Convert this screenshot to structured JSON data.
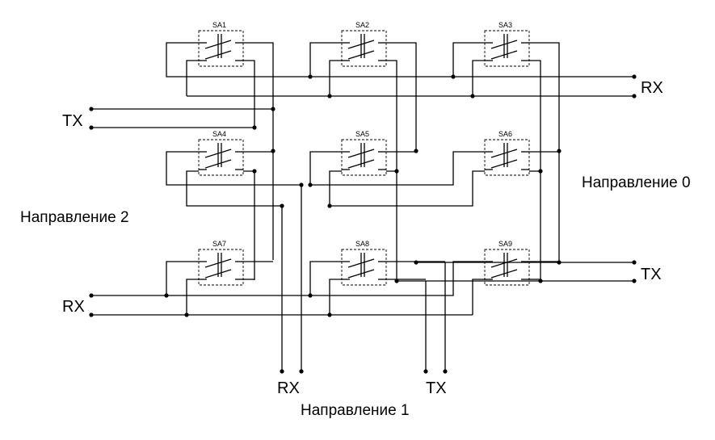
{
  "switches": [
    {
      "id": "SA1"
    },
    {
      "id": "SA2"
    },
    {
      "id": "SA3"
    },
    {
      "id": "SA4"
    },
    {
      "id": "SA5"
    },
    {
      "id": "SA6"
    },
    {
      "id": "SA7"
    },
    {
      "id": "SA8"
    },
    {
      "id": "SA9"
    }
  ],
  "ports": {
    "dir0_rx": "RX",
    "dir0_tx": "TX",
    "dir1_rx": "RX",
    "dir1_tx": "TX",
    "dir2_rx": "RX",
    "dir2_tx": "TX"
  },
  "directions": {
    "dir0": "Направление 0",
    "dir1": "Направление 1",
    "dir2": "Направление 2"
  }
}
